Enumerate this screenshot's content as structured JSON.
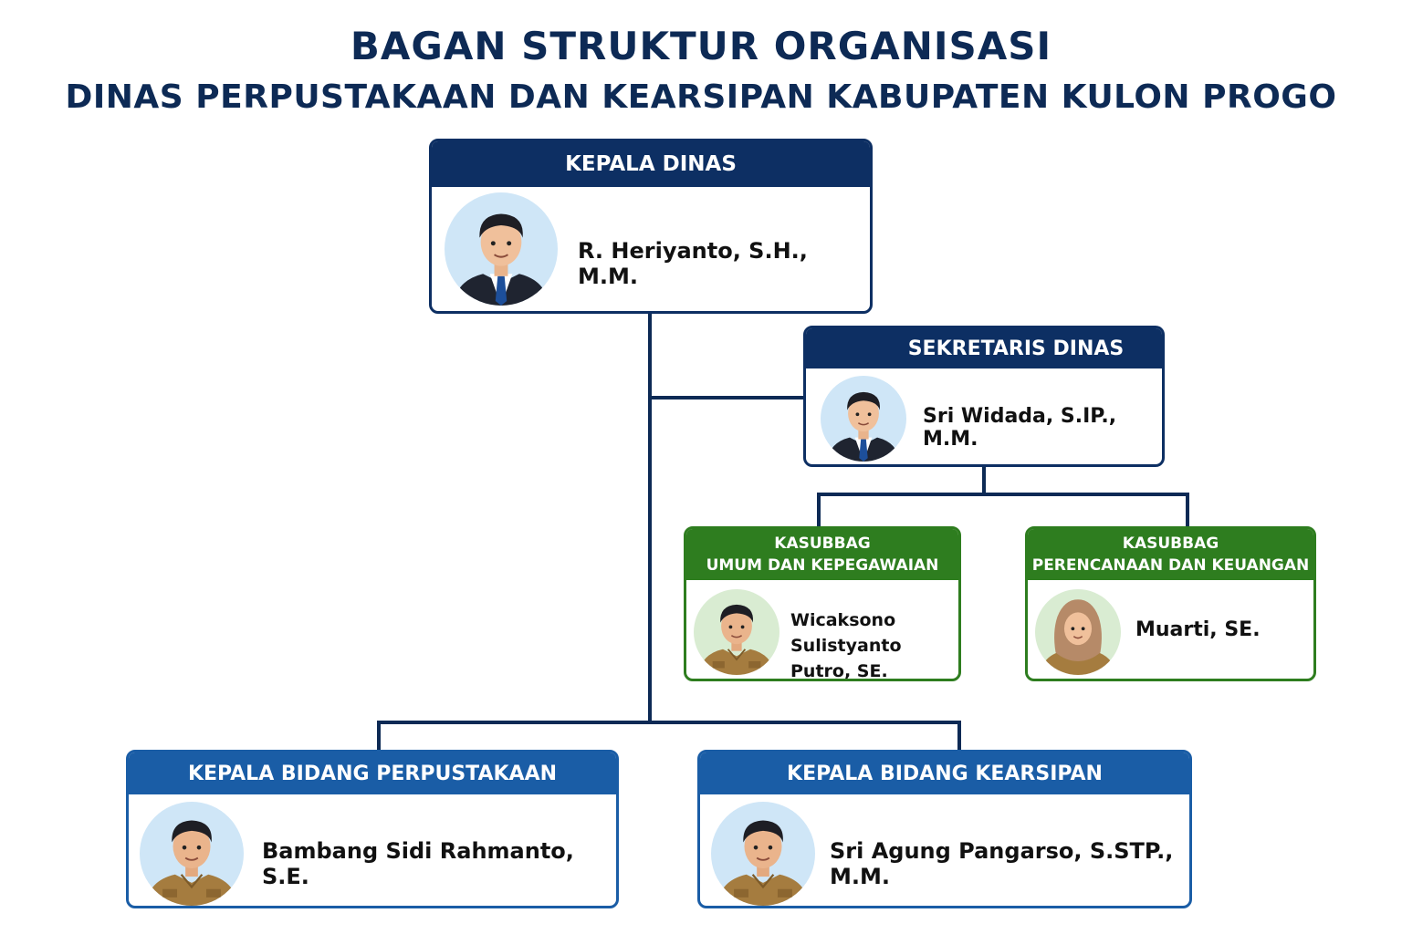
{
  "title": "BAGAN STRUKTUR ORGANISASI",
  "subtitle": "DINAS PERPUSTAKAAN DAN KEARSIPAN KABUPATEN KULON PROGO",
  "colors": {
    "navy": "#0d2f63",
    "blue": "#1a5da6",
    "green": "#2e7d1f",
    "line": "#0d2a55"
  },
  "nodes": {
    "kepala_dinas": {
      "position": "KEPALA DINAS",
      "name": "R. Heriyanto, S.H., M.M.",
      "avatar": "man-suit-avatar"
    },
    "sekretaris": {
      "position": "SEKRETARIS DINAS",
      "name": "Sri Widada, S.IP., M.M.",
      "avatar": "man-suit-avatar"
    },
    "kasubbag_umum": {
      "position_line1": "KASUBBAG",
      "position_line2": "UMUM DAN KEPEGAWAIAN",
      "name_line1": "Wicaksono Sulistyanto",
      "name_line2": "Putro, SE.",
      "avatar": "man-uniform-avatar"
    },
    "kasubbag_perencanaan": {
      "position_line1": "KASUBBAG",
      "position_line2": "PERENCANAAN DAN KEUANGAN",
      "name": "Muarti, SE.",
      "avatar": "woman-hijab-avatar"
    },
    "kabid_perpustakaan": {
      "position": "KEPALA BIDANG PERPUSTAKAAN",
      "name": "Bambang Sidi Rahmanto, S.E.",
      "avatar": "man-uniform-avatar"
    },
    "kabid_kearsipan": {
      "position": "KEPALA BIDANG KEARSIPAN",
      "name": "Sri Agung Pangarso, S.STP., M.M.",
      "avatar": "man-uniform-avatar"
    }
  }
}
